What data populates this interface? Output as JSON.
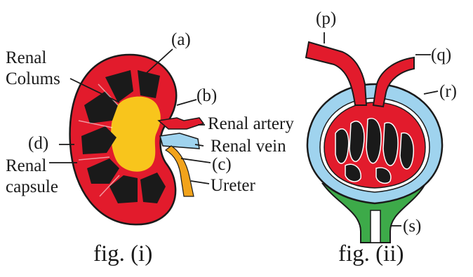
{
  "kidney": {
    "label_a": "(a)",
    "label_b": "(b)",
    "label_c": "(c)",
    "label_d": "(d)",
    "renal_colums": "Renal\nColums",
    "renal_artery": "Renal artery",
    "renal_vein": "Renal vein",
    "renal_capsule": "Renal\ncapsule",
    "ureter": "Ureter",
    "caption": "fig. (i)"
  },
  "nephron": {
    "label_p": "(p)",
    "label_q": "(q)",
    "label_r": "(r)",
    "label_s": "(s)",
    "caption": "fig. (ii)"
  },
  "colors": {
    "red": "#e21b2c",
    "dark": "#1a1a1a",
    "yellow": "#f8c51c",
    "orange": "#f2a31b",
    "blue": "#9fd3ee",
    "green": "#3daa49"
  }
}
